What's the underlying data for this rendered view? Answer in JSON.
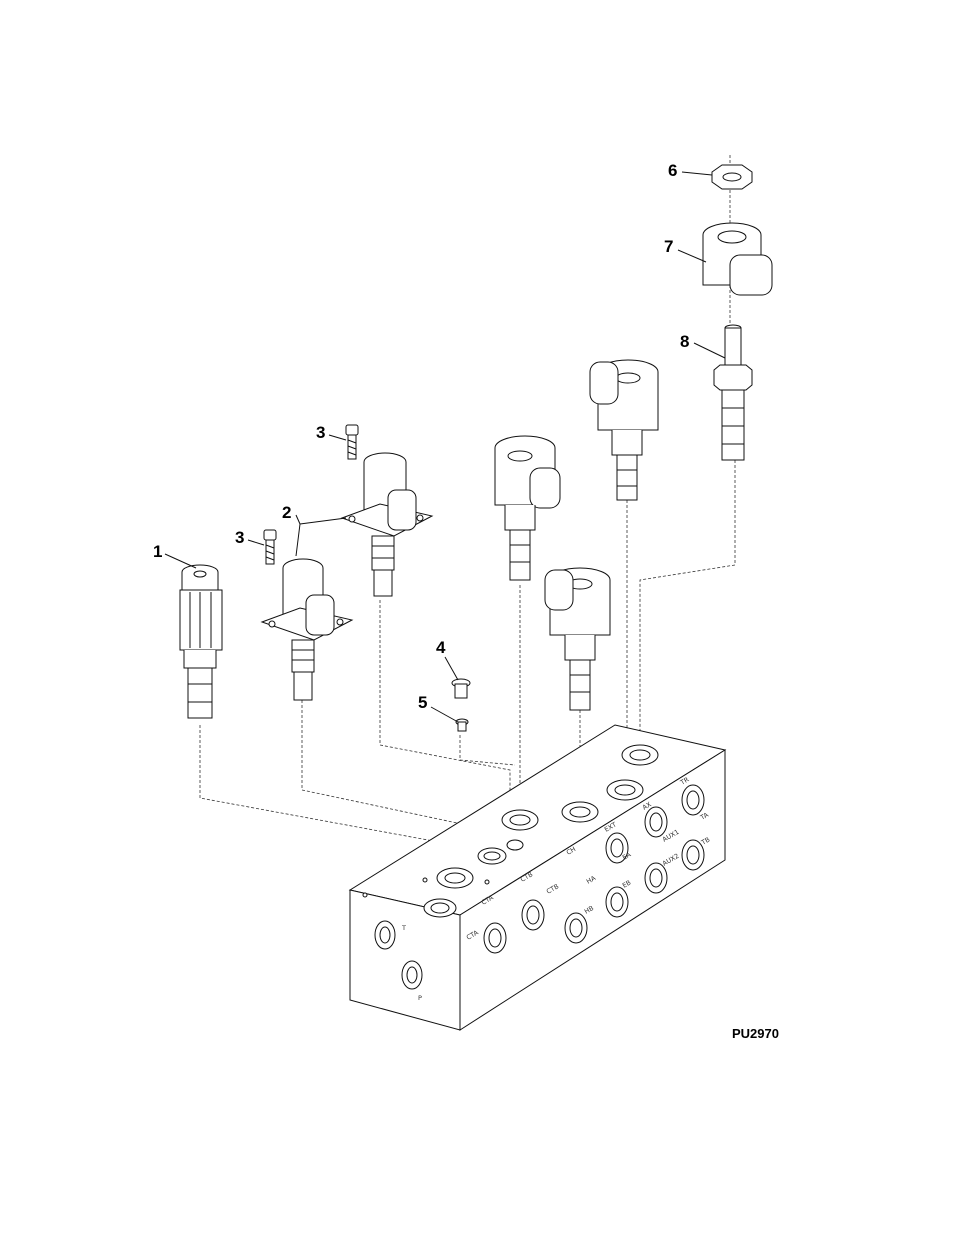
{
  "callouts": [
    {
      "num": "1"
    },
    {
      "num": "2"
    },
    {
      "num": "3"
    },
    {
      "num": "3"
    },
    {
      "num": "4"
    },
    {
      "num": "5"
    },
    {
      "num": "6"
    },
    {
      "num": "7"
    },
    {
      "num": "8"
    }
  ],
  "ports": [
    "T",
    "P",
    "CTA",
    "CTA",
    "CTB",
    "CTB",
    "HA",
    "HB",
    "CH",
    "EXT",
    "EA",
    "EB",
    "AX",
    "AUX1",
    "AUX2",
    "TR",
    "TA",
    "TB"
  ],
  "drawing_id": "PU2970",
  "colors": {
    "line": "#111111",
    "background": "#ffffff"
  }
}
